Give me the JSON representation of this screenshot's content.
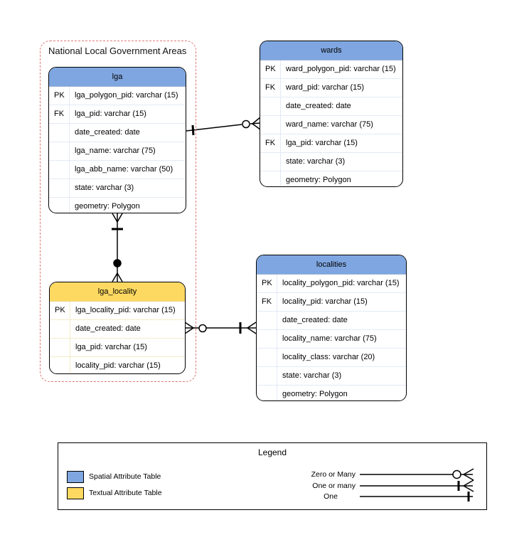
{
  "group": {
    "label": "National Local Government Areas"
  },
  "entities": {
    "lga": {
      "name": "lga",
      "rows": [
        {
          "key": "PK",
          "col": "lga_polygon_pid: varchar (15)"
        },
        {
          "key": "FK",
          "col": "lga_pid: varchar (15)"
        },
        {
          "key": "",
          "col": "date_created: date"
        },
        {
          "key": "",
          "col": "lga_name: varchar (75)"
        },
        {
          "key": "",
          "col": "lga_abb_name: varchar (50)"
        },
        {
          "key": "",
          "col": "state: varchar (3)"
        },
        {
          "key": "",
          "col": "geometry: Polygon"
        }
      ]
    },
    "lga_locality": {
      "name": "lga_locality",
      "rows": [
        {
          "key": "PK",
          "col": "lga_locality_pid: varchar (15)"
        },
        {
          "key": "",
          "col": "date_created: date"
        },
        {
          "key": "",
          "col": "lga_pid: varchar (15)"
        },
        {
          "key": "",
          "col": "locality_pid: varchar (15)"
        }
      ]
    },
    "wards": {
      "name": "wards",
      "rows": [
        {
          "key": "PK",
          "col": "ward_polygon_pid: varchar (15)"
        },
        {
          "key": "FK",
          "col": "ward_pid: varchar (15)"
        },
        {
          "key": "",
          "col": "date_created: date"
        },
        {
          "key": "",
          "col": "ward_name: varchar (75)"
        },
        {
          "key": "FK",
          "col": "lga_pid: varchar (15)"
        },
        {
          "key": "",
          "col": "state: varchar (3)"
        },
        {
          "key": "",
          "col": "geometry: Polygon"
        }
      ]
    },
    "localities": {
      "name": "localities",
      "rows": [
        {
          "key": "PK",
          "col": "locality_polygon_pid: varchar (15)"
        },
        {
          "key": "FK",
          "col": "locality_pid: varchar (15)"
        },
        {
          "key": "",
          "col": "date_created: date"
        },
        {
          "key": "",
          "col": "locality_name: varchar (75)"
        },
        {
          "key": "",
          "col": "locality_class: varchar (20)"
        },
        {
          "key": "",
          "col": "state: varchar (3)"
        },
        {
          "key": "",
          "col": "geometry: Polygon"
        }
      ]
    }
  },
  "legend": {
    "title": "Legend",
    "spatial_label": "Spatial Attribute Table",
    "textual_label": "Textual Attribute Table",
    "zero_or_many": "Zero or Many",
    "one_or_many": "One or many",
    "one": "One"
  },
  "colors": {
    "spatial": "#7fa6e0",
    "textual": "#fdd962",
    "group_border": "#e07a74"
  }
}
